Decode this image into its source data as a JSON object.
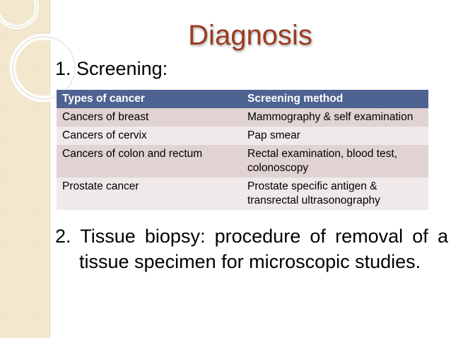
{
  "slide": {
    "title": "Diagnosis",
    "screening_heading": "1. Screening:",
    "table": {
      "headers": [
        "Types of cancer",
        "Screening method"
      ],
      "rows": [
        [
          "Cancers of breast",
          "Mammography & self examination"
        ],
        [
          "Cancers of cervix",
          "Pap smear"
        ],
        [
          "Cancers of colon and rectum",
          "Rectal examination, blood test, colonoscopy"
        ],
        [
          "Prostate cancer",
          "Prostate specific antigen & transrectal ultrasonography"
        ]
      ]
    },
    "biopsy_text": "2. Tissue biopsy: procedure of removal of a tissue specimen for microscopic studies."
  },
  "colors": {
    "title": "#9c3b21",
    "header_bg": "#4f6393",
    "row_odd": "#e1d3d3",
    "row_even": "#efe9e9",
    "strip": "#f6edd5"
  }
}
